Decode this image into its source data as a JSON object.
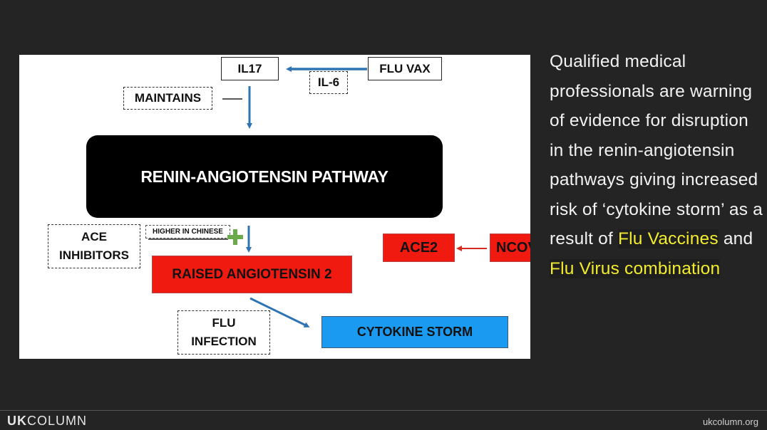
{
  "diagram": {
    "il17": "IL17",
    "flu_vax": "FLU VAX",
    "il6": "IL-6",
    "maintains": "MAINTAINS",
    "pathway": "RENIN-ANGIOTENSIN PATHWAY",
    "ace_inhibitors_line1": "ACE",
    "ace_inhibitors_line2": "INHIBITORS",
    "higher_in_chinese": "HIGHER IN CHINESE",
    "raised_angiotensin": "RAISED ANGIOTENSIN 2",
    "ace2": "ACE2",
    "ncov": "NCOV",
    "flu_infection_line1": "FLU",
    "flu_infection_line2": "INFECTION",
    "cytokine_storm": "CYTOKINE STORM"
  },
  "caption": {
    "text_main": "Qualified medical professionals are warning of evidence for disruption in the renin-angiotensin pathways giving increased risk of ‘cytokine storm’ as a result of ",
    "highlight_1": "Flu Vaccines",
    "text_and": " and ",
    "highlight_2": "Flu Virus combination"
  },
  "footer": {
    "brand_uk": "UK",
    "brand_column": "COLUMN",
    "site": "ukcolumn.org"
  },
  "colors": {
    "background": "#242424",
    "arrow_blue": "#2e74b5",
    "box_red": "#f11a11",
    "box_blue": "#1a9af0",
    "highlight_yellow": "#f2ec2c"
  }
}
